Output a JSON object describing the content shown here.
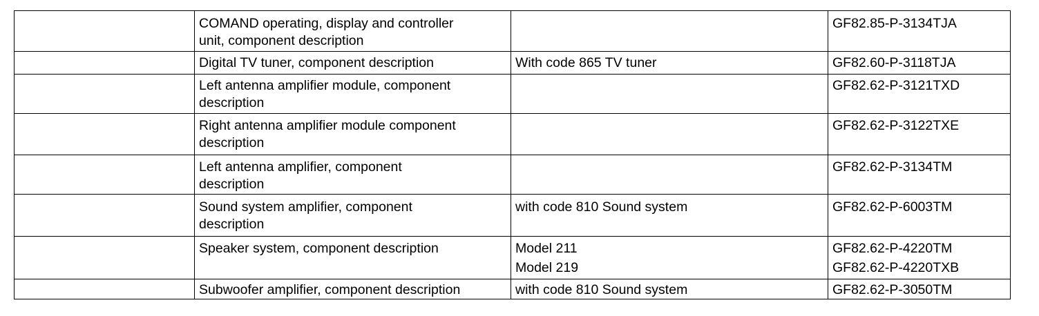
{
  "rows": [
    {
      "group": "",
      "component": [
        "COMAND operating, display and controller",
        "unit, component description"
      ],
      "condition": [],
      "document": [
        "GF82.85-P-3134TJA"
      ]
    },
    {
      "group": "",
      "component": [
        "Digital TV tuner, component description"
      ],
      "condition": [
        "With code 865 TV tuner"
      ],
      "document": [
        "GF82.60-P-3118TJA"
      ]
    },
    {
      "group": "",
      "component": [
        "Left antenna amplifier module, component",
        "description"
      ],
      "condition": [],
      "document": [
        "GF82.62-P-3121TXD"
      ]
    },
    {
      "group": "",
      "component": [
        "Right antenna amplifier module component",
        "description"
      ],
      "condition": [],
      "document": [
        "GF82.62-P-3122TXE"
      ]
    },
    {
      "group": "",
      "component": [
        "Left antenna amplifier, component",
        "description"
      ],
      "condition": [],
      "document": [
        "GF82.62-P-3134TM"
      ]
    },
    {
      "group": "",
      "component": [
        "Sound system amplifier, component",
        "description"
      ],
      "condition": [
        "with code 810 Sound system"
      ],
      "document": [
        "GF82.62-P-6003TM"
      ]
    },
    {
      "group": "",
      "component": [
        "Speaker system, component description"
      ],
      "condition": [
        "Model 211",
        "Model 219"
      ],
      "document": [
        "GF82.62-P-4220TM",
        "GF82.62-P-4220TXB"
      ]
    },
    {
      "group": "",
      "component": [
        "Subwoofer amplifier, component description"
      ],
      "condition": [
        "with code 810 Sound system"
      ],
      "document": [
        "GF82.62-P-3050TM"
      ]
    }
  ]
}
